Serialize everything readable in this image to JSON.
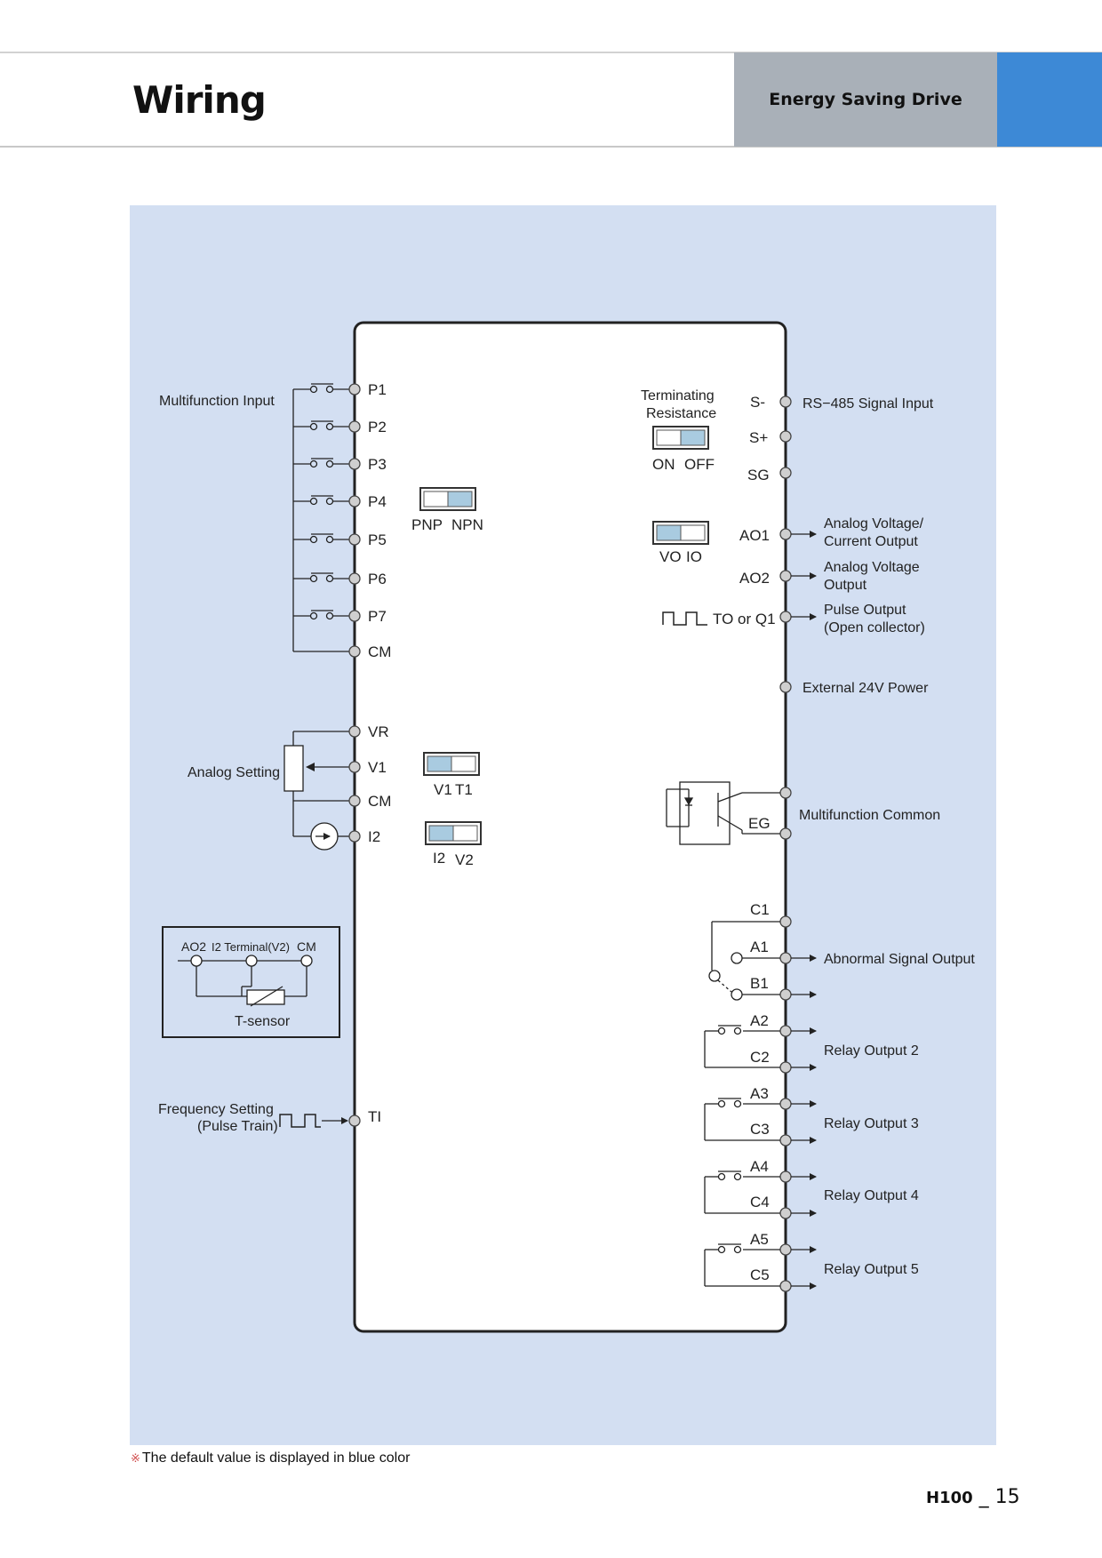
{
  "header": {
    "title": "Wiring",
    "product": "Energy Saving Drive"
  },
  "left": {
    "multifunction_input_label": "Multifunction Input",
    "inputs": [
      "P1",
      "P2",
      "P3",
      "P4",
      "P5",
      "P6",
      "P7"
    ],
    "input_common": "CM",
    "analog_setting_label": "Analog Setting",
    "analog_terminals": [
      "VR",
      "V1",
      "CM",
      "I2"
    ],
    "frequency_setting_label": [
      "Frequency Setting",
      "(Pulse Train)"
    ],
    "ti_terminal": "TI",
    "tsensor": {
      "top_labels": [
        "AO2",
        "I2 Terminal(V2)",
        "CM"
      ],
      "label": "T-sensor"
    }
  },
  "switches": {
    "pnp_npn": {
      "left": "PNP",
      "right": "NPN"
    },
    "v1_t1": {
      "left": "V1",
      "right": "T1"
    },
    "i2_v2": {
      "left": "I2",
      "right": "V2"
    },
    "terminating": {
      "label": [
        "Terminating",
        "Resistance"
      ],
      "left": "ON",
      "right": "OFF"
    },
    "vo_io": {
      "left": "VO",
      "right": "IO"
    }
  },
  "right": {
    "comm_terminals": [
      "S-",
      "S+",
      "SG"
    ],
    "rs485_label": "RS−485 Signal Input",
    "ao1": "AO1",
    "ao1_label": [
      "Analog Voltage/",
      "Current Output"
    ],
    "ao2": "AO2",
    "ao2_label": [
      "Analog Voltage",
      "Output"
    ],
    "pulse_out": "TO or Q1",
    "pulse_out_label": [
      "Pulse Output",
      "(Open collector)"
    ],
    "ext24_label": "External 24V Power",
    "eg": "EG",
    "mf_common_label": "Multifunction Common",
    "fault_terminals": [
      "C1",
      "A1",
      "B1"
    ],
    "abnormal_label": "Abnormal Signal Output",
    "relays": [
      {
        "a": "A2",
        "c": "C2",
        "label": "Relay Output 2"
      },
      {
        "a": "A3",
        "c": "C3",
        "label": "Relay Output 3"
      },
      {
        "a": "A4",
        "c": "C4",
        "label": "Relay Output 4"
      },
      {
        "a": "A5",
        "c": "C5",
        "label": "Relay Output 5"
      }
    ]
  },
  "colors": {
    "panel": "#d3dff2",
    "switch_default": "#a9cbe0",
    "accent": "#3d89d6"
  },
  "footnote": {
    "mark": "※",
    "text": "The default value is displayed in blue color"
  },
  "page": {
    "model": "H100",
    "separator": " _ ",
    "number": "15"
  }
}
